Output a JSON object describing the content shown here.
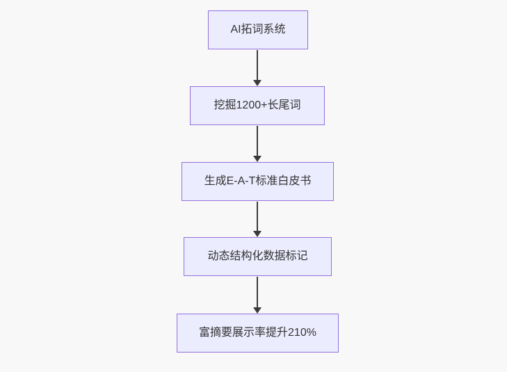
{
  "diagram": {
    "type": "flowchart",
    "direction": "top-down",
    "nodes": [
      {
        "id": "n1",
        "label": "AI拓词系统"
      },
      {
        "id": "n2",
        "label": "挖掘1200+长尾词"
      },
      {
        "id": "n3",
        "label": "生成E-A-T标准白皮书"
      },
      {
        "id": "n4",
        "label": "动态结构化数据标记"
      },
      {
        "id": "n5",
        "label": "富摘要展示率提升210%"
      }
    ],
    "edges": [
      {
        "from": "n1",
        "to": "n2",
        "arrow": "down"
      },
      {
        "from": "n2",
        "to": "n3",
        "arrow": "down"
      },
      {
        "from": "n3",
        "to": "n4",
        "arrow": "down"
      },
      {
        "from": "n4",
        "to": "n5",
        "arrow": "down"
      }
    ],
    "colors": {
      "background": "#f8f8f8",
      "node_fill": "#ECECFF",
      "node_border": "#9370DB",
      "arrow": "#3a3a3a",
      "text": "#333333"
    }
  }
}
